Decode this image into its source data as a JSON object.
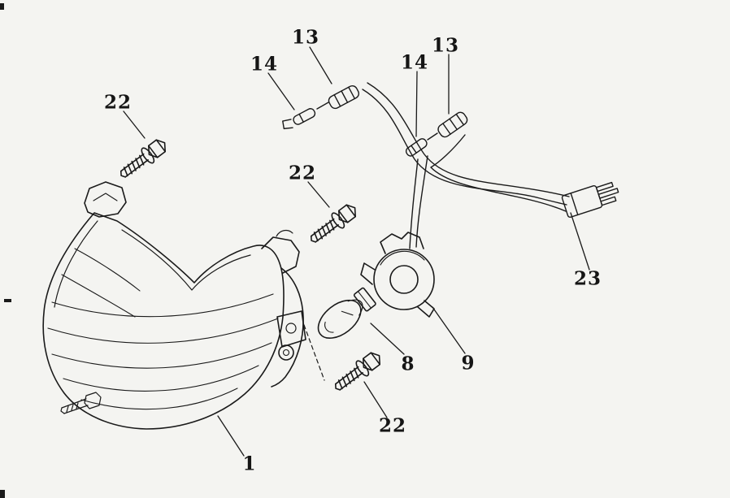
{
  "page": {
    "kind": "scanned exploded parts diagram",
    "paper_color": "#f4f4f1",
    "ink_color": "#1a1a1a"
  },
  "labels": {
    "l13a": "13",
    "l14a": "14",
    "l14b": "14",
    "l13b": "13",
    "l22a": "22",
    "l22b": "22",
    "l22c": "22",
    "l23": "23",
    "l8": "8",
    "l9": "9",
    "l1": "1"
  }
}
